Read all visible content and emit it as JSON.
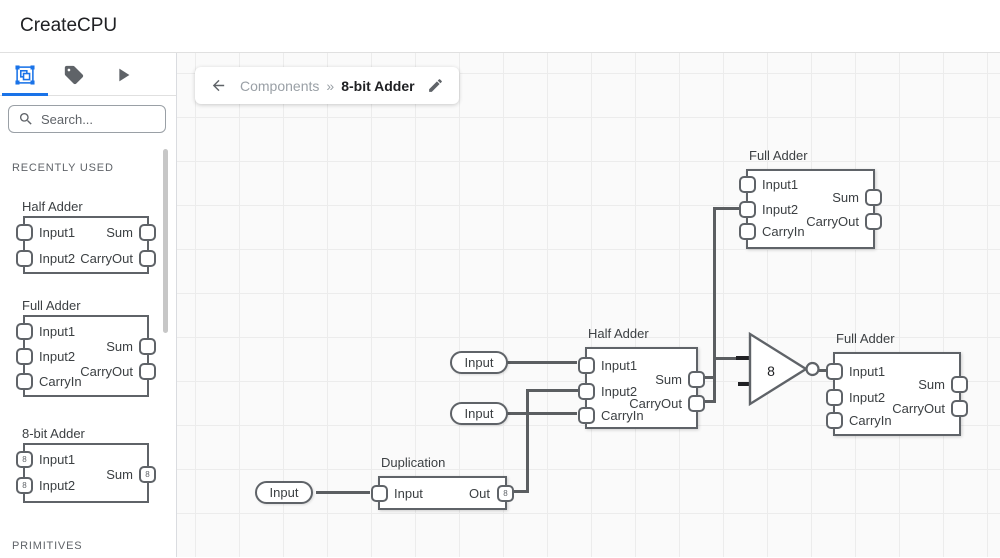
{
  "app": {
    "title": "CreateCPU"
  },
  "colors": {
    "accent": "#1a73e8",
    "icon_gray": "#5f6368",
    "wire": "#5b5e61",
    "wire_dark": "#202124",
    "node_border": "#5f6368",
    "canvas_bg": "#fafafa",
    "grid_line": "#ececec"
  },
  "sidebar": {
    "tabs": [
      {
        "icon": "components-icon",
        "active": true
      },
      {
        "icon": "tag-icon",
        "active": false
      },
      {
        "icon": "play-icon",
        "active": false
      }
    ],
    "search_placeholder": "Search...",
    "recently_used_label": "RECENTLY USED",
    "primitives_label": "PRIMITIVES",
    "components": [
      {
        "title": "Half Adder",
        "left_ports": [
          {
            "label": "Input1"
          },
          {
            "label": "Input2"
          }
        ],
        "right_ports": [
          {
            "label": "Sum"
          },
          {
            "label": "CarryOut"
          }
        ]
      },
      {
        "title": "Full Adder",
        "left_ports": [
          {
            "label": "Input1"
          },
          {
            "label": "Input2"
          },
          {
            "label": "CarryIn"
          }
        ],
        "right_ports": [
          {
            "label": "Sum"
          },
          {
            "label": "CarryOut"
          }
        ]
      },
      {
        "title": "8-bit Adder",
        "left_ports": [
          {
            "label": "Input1",
            "bus": "8"
          },
          {
            "label": "Input2",
            "bus": "8"
          }
        ],
        "right_ports": [
          {
            "label": "Sum",
            "bus": "8"
          }
        ]
      }
    ]
  },
  "breadcrumb": {
    "back_icon": "arrow-back-icon",
    "parent": "Components",
    "separator": "»",
    "current": "8-bit Adder",
    "edit_icon": "pencil-icon"
  },
  "canvas": {
    "inputs": [
      {
        "label": "Input"
      },
      {
        "label": "Input"
      },
      {
        "label": "Input"
      }
    ],
    "nodes": {
      "full_adder_top": {
        "title": "Full Adder",
        "left_ports": [
          {
            "label": "Input1"
          },
          {
            "label": "Input2"
          },
          {
            "label": "CarryIn"
          }
        ],
        "right_ports": [
          {
            "label": "Sum"
          },
          {
            "label": "CarryOut"
          }
        ]
      },
      "half_adder": {
        "title": "Half Adder",
        "left_ports": [
          {
            "label": "Input1"
          },
          {
            "label": "Input2"
          },
          {
            "label": "CarryIn"
          }
        ],
        "right_ports": [
          {
            "label": "Sum"
          },
          {
            "label": "CarryOut"
          }
        ]
      },
      "full_adder_right": {
        "title": "Full Adder",
        "left_ports": [
          {
            "label": "Input1"
          },
          {
            "label": "Input2"
          },
          {
            "label": "CarryIn"
          }
        ],
        "right_ports": [
          {
            "label": "Sum"
          },
          {
            "label": "CarryOut"
          }
        ]
      },
      "duplication": {
        "title": "Duplication",
        "left_ports": [
          {
            "label": "Input"
          }
        ],
        "right_ports": [
          {
            "label": "Out",
            "bus": "8"
          }
        ]
      },
      "buffer_gate": {
        "label": "8"
      }
    }
  }
}
